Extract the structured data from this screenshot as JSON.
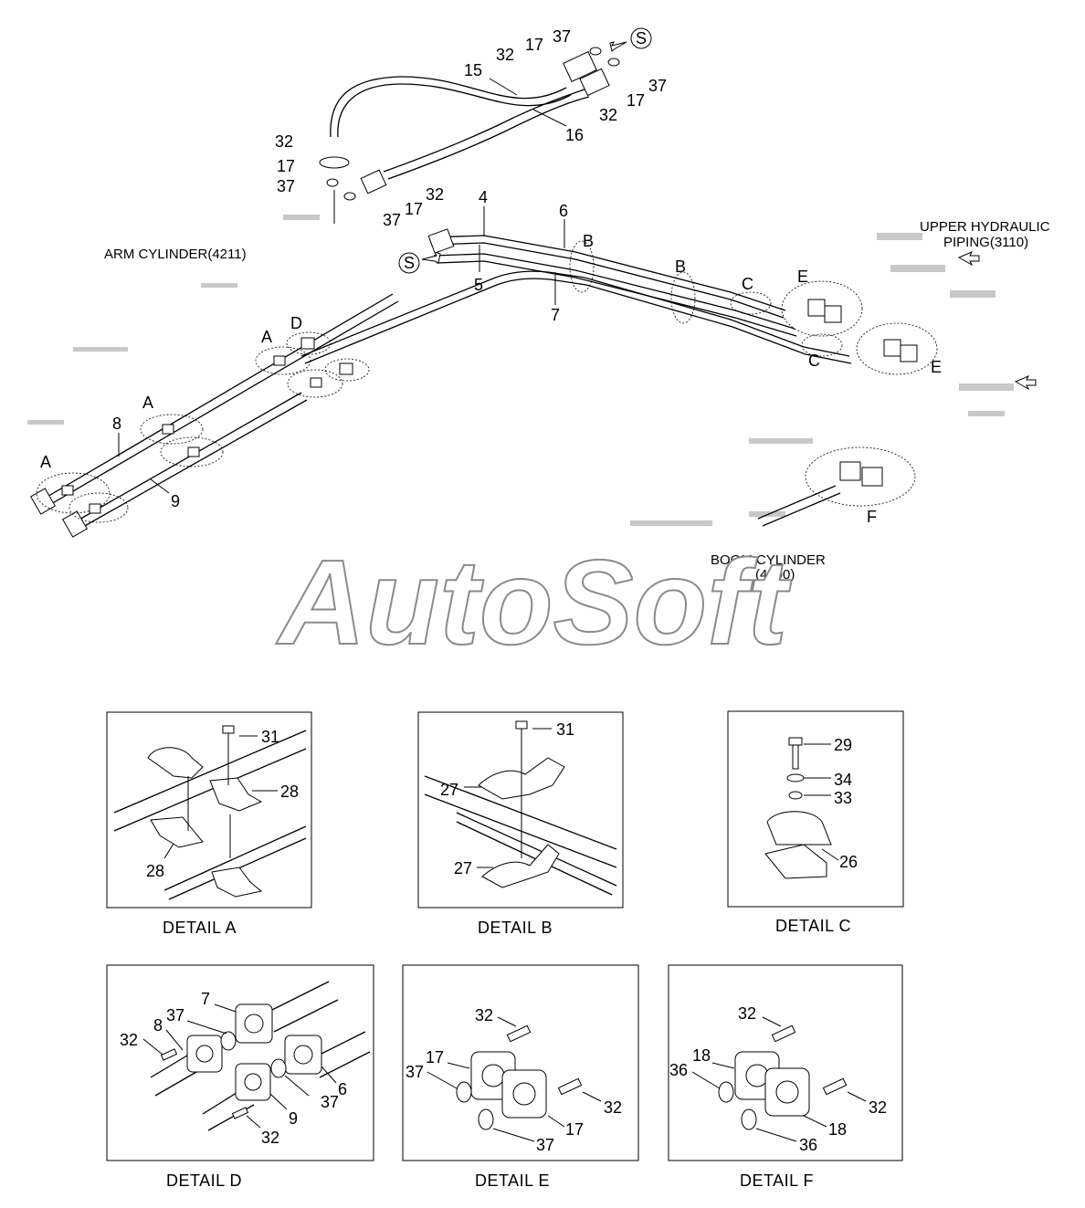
{
  "main_labels": {
    "arm_cylinder": "ARM CYLINDER(4211)",
    "upper_hydraulic_l1": "UPPER HYDRAULIC",
    "upper_hydraulic_l2": "PIPING(3110)",
    "boom_cylinder_l1": "BOOM CYLINDER",
    "boom_cylinder_l2": "(4200)",
    "s": "S"
  },
  "watermark": "AutoSoft",
  "callouts": {
    "p4": "4",
    "p5": "5",
    "p6": "6",
    "p7": "7",
    "p8": "8",
    "p9": "9",
    "p15": "15",
    "p16": "16",
    "p17": "17",
    "p32": "32",
    "p37": "37",
    "A": "A",
    "B": "B",
    "C": "C",
    "D": "D",
    "E": "E",
    "F": "F"
  },
  "details": {
    "A": {
      "caption": "DETAIL  A",
      "parts": [
        "31",
        "28",
        "28"
      ]
    },
    "B": {
      "caption": "DETAIL  B",
      "parts": [
        "31",
        "27",
        "27"
      ]
    },
    "C": {
      "caption": "DETAIL  C",
      "parts": [
        "29",
        "34",
        "33",
        "26"
      ]
    },
    "D": {
      "caption": "DETAIL  D",
      "parts": [
        "7",
        "37",
        "8",
        "32",
        "6",
        "37",
        "9",
        "32"
      ]
    },
    "E": {
      "caption": "DETAIL  E",
      "parts": [
        "32",
        "17",
        "37",
        "32",
        "17",
        "37"
      ]
    },
    "F": {
      "caption": "DETAIL  F",
      "parts": [
        "32",
        "18",
        "36",
        "32",
        "18",
        "36"
      ]
    }
  }
}
